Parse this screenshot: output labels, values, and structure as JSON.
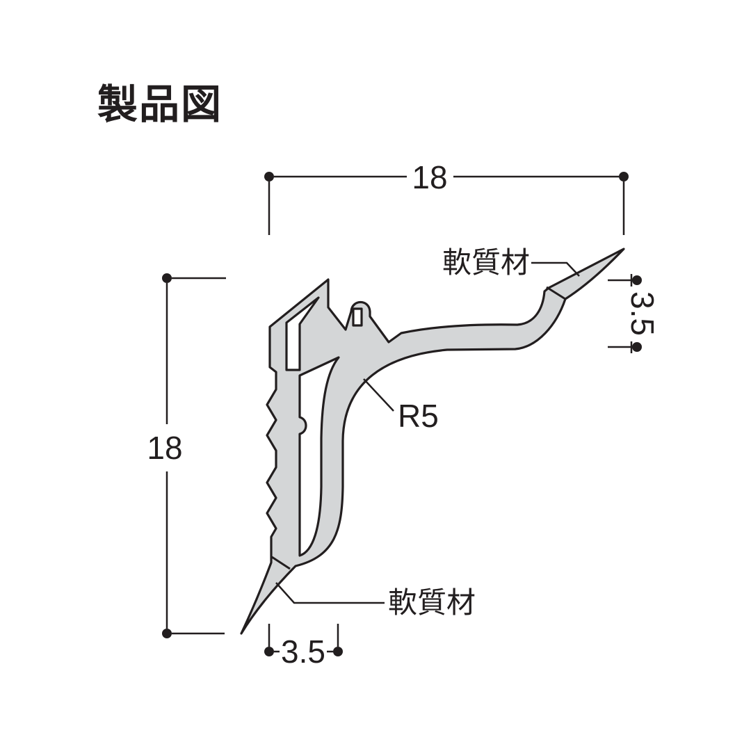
{
  "title": "製品図",
  "colors": {
    "profile_fill": "#d4d6d7",
    "line": "#221e1f",
    "background": "#ffffff"
  },
  "dimensions": {
    "top_width": "18",
    "left_height": "18",
    "right_tip_height": "3.5",
    "bottom_tip_width": "3.5",
    "inner_radius": "R5"
  },
  "labels": {
    "soft_material_top": "軟質材",
    "soft_material_bottom": "軟質材"
  }
}
